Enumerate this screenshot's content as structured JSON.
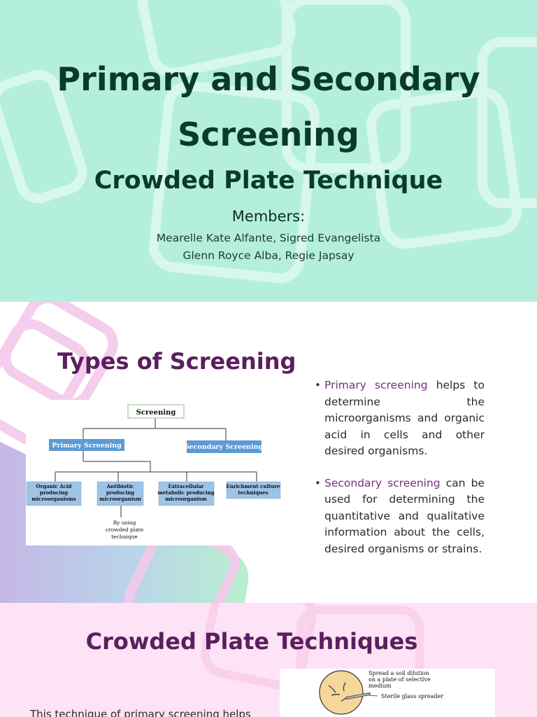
{
  "slide1": {
    "title_line1": "Primary and Secondary",
    "title_line2": "Screening",
    "subtitle": "Crowded Plate Technique",
    "members_label": "Members:",
    "members_line1": "Mearelle Kate Alfante, Sigred Evangelista",
    "members_line2": "Glenn Royce Alba, Regie Japsay"
  },
  "slide2": {
    "heading": "Types of Screening",
    "diagram": {
      "root": "Screening",
      "primary": "Primary Screening",
      "secondary": "Secondary Screening",
      "children": [
        [
          "Organic Acid",
          "producing",
          "microorganisms"
        ],
        [
          "Antibiotic",
          "producing",
          "microorganism"
        ],
        [
          "Extracellular",
          "metabolic producing",
          "microorganism"
        ],
        [
          "Enrichment culture",
          "techniques"
        ]
      ],
      "note": [
        "By using",
        "crowded plate",
        "technique"
      ]
    },
    "bullets": [
      {
        "term": "Primary screening",
        "text": " helps to determine the microorganisms and organic acid in cells and other desired organisms."
      },
      {
        "term": "Secondary screening",
        "text": " can be used for determining the quantitative and qualitative information about the cells, desired organisms or strains."
      }
    ]
  },
  "slide3": {
    "heading": "Crowded Plate Techniques",
    "paragraph": "This technique of primary screening helps",
    "figure": {
      "label1_line1": "Spread a soil dilution",
      "label1_line2": "on a plate of selective",
      "label1_line3": "medium",
      "label2": "Sterile glass spreader"
    }
  },
  "colors": {
    "slide1_bg": "#b4efdd",
    "title_green": "#0b3a2c",
    "heading_purple": "#5a1f5e",
    "slide3_bg": "#fde3f5",
    "diagram_blue": "#5b9bd5"
  }
}
